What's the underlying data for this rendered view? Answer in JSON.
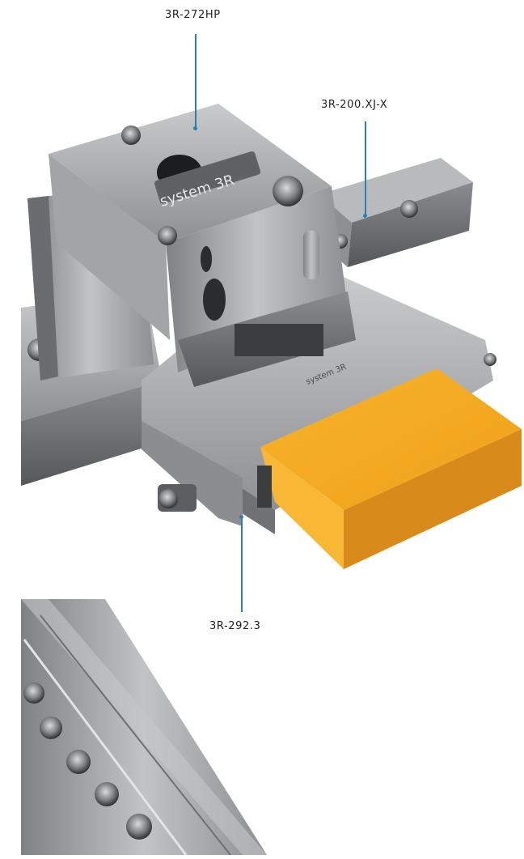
{
  "labels": {
    "top_center": "3R-272HP",
    "top_right": "3R-200.XJ-X",
    "bottom": "3R-292.3"
  },
  "engraving": {
    "chuck": "system 3R",
    "pallet": "system 3R"
  },
  "colors": {
    "leader_line": "#2a7fb0",
    "workpiece": "#f3a51d",
    "steel": "#a7a8aa"
  }
}
